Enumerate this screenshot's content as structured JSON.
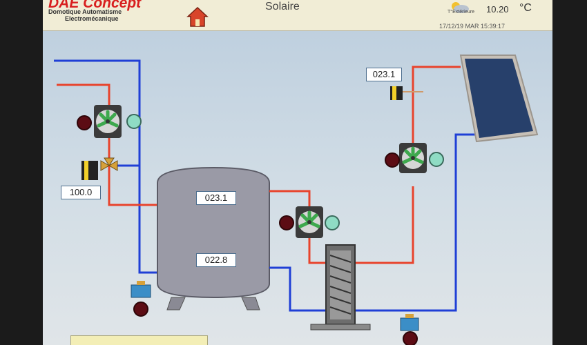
{
  "header": {
    "brand": "DAE Concept",
    "brand_line1": "Domotique Automatisme",
    "brand_line2": "Electromécanique",
    "page_title": "Solaire",
    "weather_label": "T°Extérieure",
    "outdoor_temp": "10.20",
    "temp_unit": "°C",
    "datetime": "17/12/19 MAR 15:39:17"
  },
  "values": {
    "collector_temp": "023.1",
    "tank_top_temp": "023.1",
    "tank_bottom_temp": "022.8",
    "valve_position": "100.0"
  },
  "colors": {
    "hot_pipe": "#e8432c",
    "cold_pipe": "#1f3fd6",
    "tank": "#9a9aa6",
    "panel": "#27406b",
    "brand": "#d81f1f"
  },
  "icons": [
    "home-icon",
    "weather-icon",
    "pump-icon",
    "valve-icon",
    "actuator-icon",
    "solar-panel-icon",
    "heat-exchanger-icon",
    "pressure-switch-icon",
    "status-led-icon"
  ]
}
